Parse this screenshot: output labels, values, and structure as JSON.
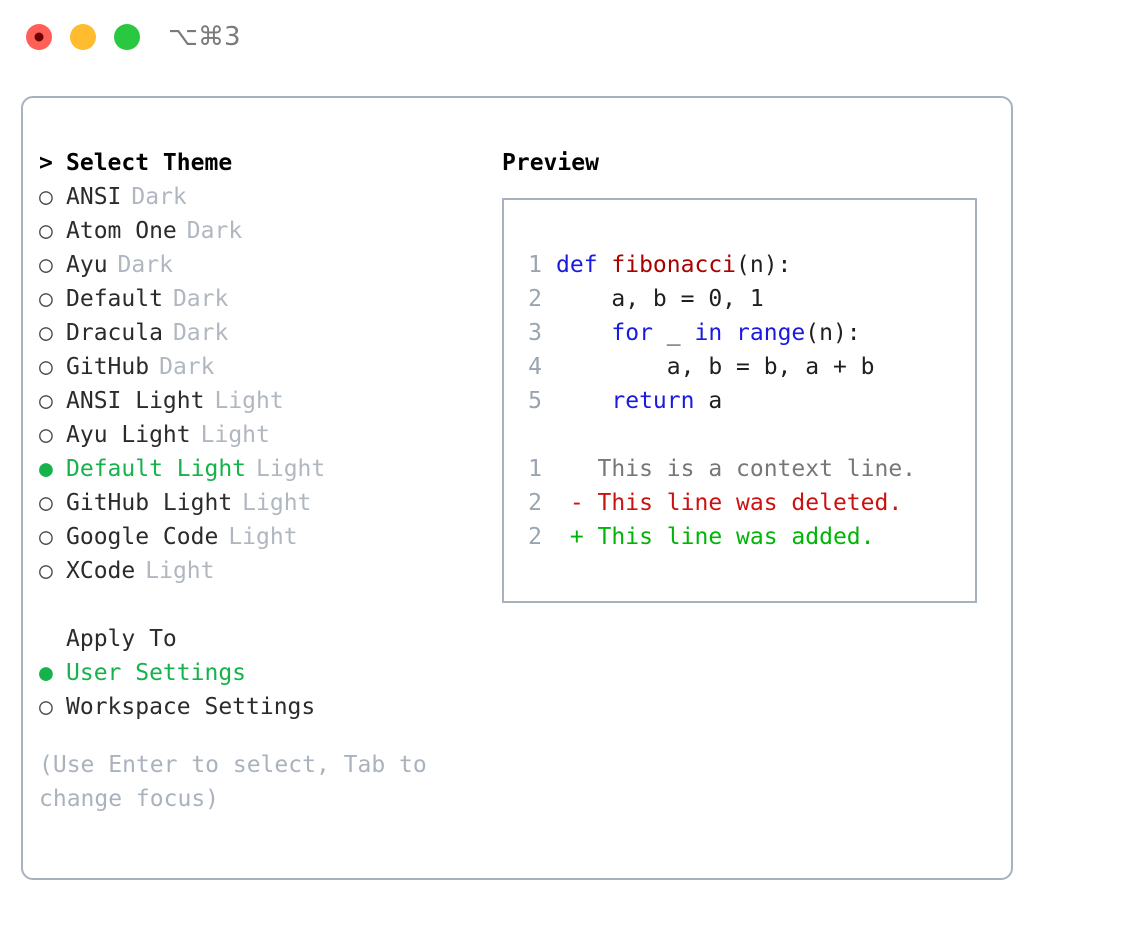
{
  "titlebar": {
    "shortcut": "⌥⌘3",
    "buttons": [
      {
        "name": "close",
        "color": "#ff5f57"
      },
      {
        "name": "minimize",
        "color": "#febc2e"
      },
      {
        "name": "maximize",
        "color": "#28c840"
      }
    ]
  },
  "theme_panel": {
    "header": {
      "marker": ">",
      "label": "Select Theme"
    },
    "items": [
      {
        "marker": "○",
        "label": "ANSI",
        "tag": "Dark",
        "selected": false
      },
      {
        "marker": "○",
        "label": "Atom One",
        "tag": "Dark",
        "selected": false
      },
      {
        "marker": "○",
        "label": "Ayu",
        "tag": "Dark",
        "selected": false
      },
      {
        "marker": "○",
        "label": "Default",
        "tag": "Dark",
        "selected": false
      },
      {
        "marker": "○",
        "label": "Dracula",
        "tag": "Dark",
        "selected": false
      },
      {
        "marker": "○",
        "label": "GitHub",
        "tag": "Dark",
        "selected": false
      },
      {
        "marker": "○",
        "label": "ANSI Light",
        "tag": "Light",
        "selected": false
      },
      {
        "marker": "○",
        "label": "Ayu Light",
        "tag": "Light",
        "selected": false
      },
      {
        "marker": "●",
        "label": "Default Light",
        "tag": "Light",
        "selected": true
      },
      {
        "marker": "○",
        "label": "GitHub Light",
        "tag": "Light",
        "selected": false
      },
      {
        "marker": "○",
        "label": "Google Code",
        "tag": "Light",
        "selected": false
      },
      {
        "marker": "○",
        "label": "XCode",
        "tag": "Light",
        "selected": false
      }
    ]
  },
  "apply_to": {
    "header": "Apply To",
    "items": [
      {
        "marker": "●",
        "label": "User Settings",
        "selected": true
      },
      {
        "marker": "○",
        "label": "Workspace Settings",
        "selected": false
      }
    ]
  },
  "hint": "(Use Enter to select, Tab to change focus)",
  "preview": {
    "title": "Preview",
    "code_lines": [
      {
        "num": "1",
        "tokens": [
          {
            "t": "def ",
            "c": "kw"
          },
          {
            "t": "fibonacci",
            "c": "fn"
          },
          {
            "t": "(n):",
            "c": "pl"
          }
        ]
      },
      {
        "num": "2",
        "tokens": [
          {
            "t": "    a, b = 0, 1",
            "c": "pl"
          }
        ]
      },
      {
        "num": "3",
        "tokens": [
          {
            "t": "    ",
            "c": "pl"
          },
          {
            "t": "for",
            "c": "kw"
          },
          {
            "t": " _ ",
            "c": "pl"
          },
          {
            "t": "in range",
            "c": "kw"
          },
          {
            "t": "(n):",
            "c": "pl"
          }
        ]
      },
      {
        "num": "4",
        "tokens": [
          {
            "t": "        a, b = b, a + b",
            "c": "pl"
          }
        ]
      },
      {
        "num": "5",
        "tokens": [
          {
            "t": "    ",
            "c": "pl"
          },
          {
            "t": "return",
            "c": "kw"
          },
          {
            "t": " a",
            "c": "pl"
          }
        ]
      }
    ],
    "diff_lines": [
      {
        "num": "1",
        "tokens": [
          {
            "t": "   This is a context line.",
            "c": "ctx"
          }
        ]
      },
      {
        "num": "2",
        "tokens": [
          {
            "t": " - This line was deleted.",
            "c": "del"
          }
        ]
      },
      {
        "num": "2",
        "tokens": [
          {
            "t": " + This line was added.",
            "c": "add"
          }
        ]
      }
    ]
  },
  "colors": {
    "accent_green": "#16b24b",
    "border": "#a8b2bf",
    "muted": "#b0b7c1",
    "keyword_blue": "#1a1ae0",
    "function_red": "#aa0000",
    "diff_delete": "#cc1111",
    "diff_add": "#00b506",
    "line_number": "#9aa5b1"
  }
}
